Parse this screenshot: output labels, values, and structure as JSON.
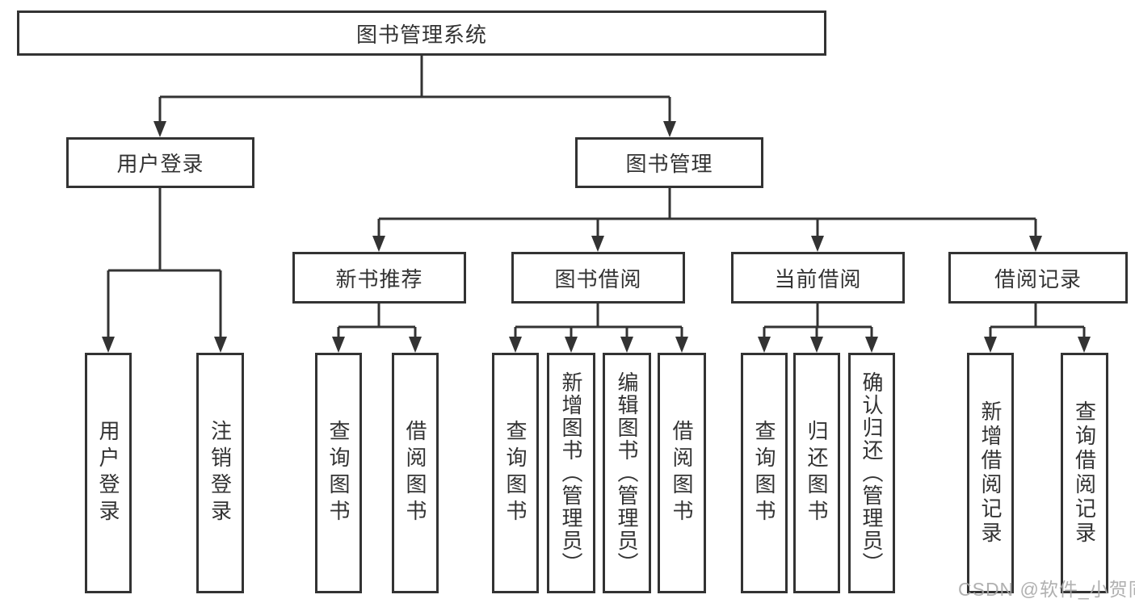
{
  "diagram": {
    "root": "图书管理系统",
    "user_login": {
      "label": "用户登录",
      "children": [
        "用户登录",
        "注销登录"
      ]
    },
    "book_management": {
      "label": "图书管理",
      "sections": [
        {
          "label": "新书推荐",
          "children": [
            "查询图书",
            "借阅图书"
          ]
        },
        {
          "label": "图书借阅",
          "children": [
            "查询图书",
            "新增图书（管理员）",
            "编辑图书（管理员）",
            "借阅图书"
          ]
        },
        {
          "label": "当前借阅",
          "children": [
            "查询图书",
            "归还图书",
            "确认归还（管理员）"
          ]
        },
        {
          "label": "借阅记录",
          "children": [
            "新增借阅记录",
            "查询借阅记录"
          ]
        }
      ]
    }
  },
  "watermark": "CSDN @软件_小贺同学",
  "colors": {
    "line": "#333333",
    "text": "#333333",
    "box_background": "#ffffff",
    "page_background": "#ffffff",
    "watermark": "#a8a8a8"
  }
}
